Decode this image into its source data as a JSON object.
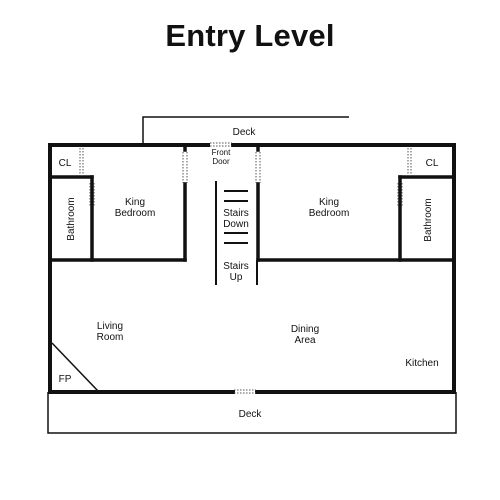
{
  "title": "Entry Level",
  "rooms": {
    "deck_top": "Deck",
    "front_door": [
      "Front",
      "Door"
    ],
    "closet_left": "CL",
    "closet_right": "CL",
    "bathroom_left": "Bathroom",
    "bathroom_right": "Bathroom",
    "bedroom_left": [
      "King",
      "Bedroom"
    ],
    "bedroom_right": [
      "King",
      "Bedroom"
    ],
    "stairs_down": [
      "Stairs",
      "Down"
    ],
    "stairs_up": [
      "Stairs",
      "Up"
    ],
    "living_room": [
      "Living",
      "Room"
    ],
    "dining_area": [
      "Dining",
      "Area"
    ],
    "kitchen": "Kitchen",
    "fireplace": "FP",
    "deck_bottom": "Deck"
  }
}
